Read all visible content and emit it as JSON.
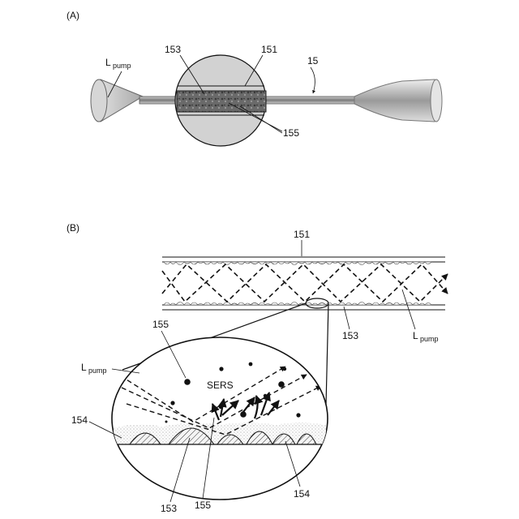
{
  "panels": {
    "a": "(A)",
    "b": "(B)"
  },
  "labels_a": {
    "l_pump_main": "L",
    "l_pump_sub": "pump",
    "n153": "153",
    "n151": "151",
    "n15": "15",
    "n155": "155"
  },
  "labels_b": {
    "n151": "151",
    "n153": "153",
    "l_pump_main": "L",
    "l_pump_sub": "pump",
    "n155_top": "155",
    "l_pump2_main": "L",
    "l_pump2_sub": "pump",
    "sers": "SERS",
    "n154_left": "154",
    "n153_bottom": "153",
    "n155_bottom": "155",
    "n154_bottom": "154"
  },
  "colors": {
    "line": "#111111",
    "circle_fill": "#d2d2d2",
    "fiber_core": "#555555",
    "cone_fill": "#bdbdbd"
  }
}
